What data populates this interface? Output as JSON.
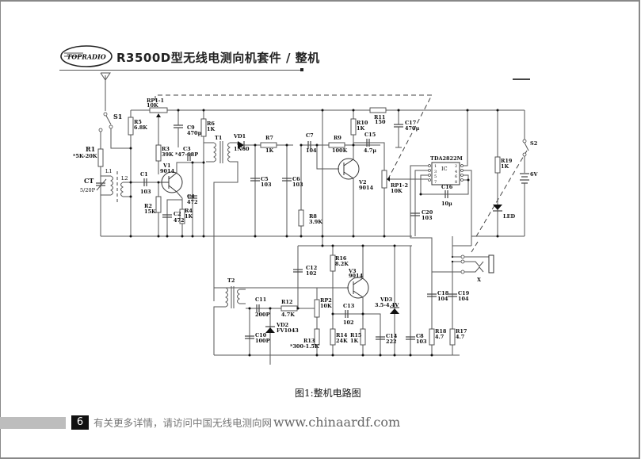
{
  "header": {
    "logo_text": "TOPRADIO",
    "title": "R3500D型无线电测向机套件 / 整机"
  },
  "diagram": {
    "caption": "图1:整机电路图",
    "components": {
      "S1": "S1",
      "RP1_1": {
        "ref": "RP1-1",
        "value": "10K"
      },
      "R5": {
        "ref": "R5",
        "value": "6.8K"
      },
      "C9": {
        "ref": "C9",
        "value": "470p"
      },
      "R6": {
        "ref": "R6",
        "value": "1K"
      },
      "R1": {
        "ref": "R1",
        "value": "*5K-20K"
      },
      "R3": {
        "ref": "R3",
        "value": "39K"
      },
      "C3": {
        "ref": "C3",
        "value": "*47-68P"
      },
      "T1": {
        "ref": "T1"
      },
      "VD1": {
        "ref": "VD1",
        "value": "1N60"
      },
      "R7": {
        "ref": "R7",
        "value": "1K"
      },
      "C7": {
        "ref": "C7",
        "value": "104"
      },
      "R9": {
        "ref": "R9",
        "value": "100K"
      },
      "R10": {
        "ref": "R10",
        "value": "1K"
      },
      "C15": {
        "ref": "C15",
        "value": "4.7μ"
      },
      "R11": {
        "ref": "R11",
        "value": "150"
      },
      "C17": {
        "ref": "C17",
        "value": "470μ"
      },
      "S2": "S2",
      "V1": {
        "ref": "V1",
        "value": "9014"
      },
      "CT": {
        "ref": "CT",
        "value": "5/20P"
      },
      "L1": "L1",
      "L2": "L2",
      "C1": {
        "ref": "C1",
        "value": "103"
      },
      "R2": {
        "ref": "R2",
        "value": "15K"
      },
      "C2": {
        "ref": "C2",
        "value": "472"
      },
      "R4": {
        "ref": "R4",
        "value": "1K"
      },
      "C4": {
        "ref": "C4",
        "value": "472"
      },
      "C5": {
        "ref": "C5",
        "value": "103"
      },
      "C6": {
        "ref": "C6",
        "value": "103"
      },
      "R8": {
        "ref": "R8",
        "value": "3.9K"
      },
      "V2": {
        "ref": "V2",
        "value": "9014"
      },
      "RP1_2": {
        "ref": "RP1-2",
        "value": "10K"
      },
      "IC": {
        "ref": "TDA2822M",
        "label": "IC",
        "pins": [
          "1",
          "2",
          "3",
          "4",
          "5",
          "6",
          "7",
          "8"
        ]
      },
      "C16": {
        "ref": "C16",
        "value": "10μ"
      },
      "C20": {
        "ref": "C20",
        "value": "103"
      },
      "R19": {
        "ref": "R19",
        "value": "1K"
      },
      "LED": {
        "ref": "LED"
      },
      "BAT": {
        "ref": "6V"
      },
      "T2": {
        "ref": "T2"
      },
      "C12": {
        "ref": "C12",
        "value": "102"
      },
      "R16": {
        "ref": "R16",
        "value": "8.2K"
      },
      "V3": {
        "ref": "V3",
        "value": "9014"
      },
      "C11": {
        "ref": "C11",
        "value": "200P"
      },
      "R12": {
        "ref": "R12",
        "value": "4.7K"
      },
      "RP2": {
        "ref": "RP2",
        "value": "10K"
      },
      "C13": {
        "ref": "C13",
        "value": "102"
      },
      "VD3": {
        "ref": "VD3",
        "value": "3.5-4.4V"
      },
      "VD2": {
        "ref": "VD2",
        "value": "FV1043"
      },
      "C10": {
        "ref": "C10",
        "value": "100P"
      },
      "R13": {
        "ref": "R13",
        "value": "*300-1.5K"
      },
      "R14": {
        "ref": "R14",
        "value": "24K"
      },
      "R15": {
        "ref": "R15",
        "value": "1K"
      },
      "C14": {
        "ref": "C14",
        "value": "222"
      },
      "C8": {
        "ref": "C8",
        "value": "103"
      },
      "C18": {
        "ref": "C18",
        "value": "104"
      },
      "C19": {
        "ref": "C19",
        "value": "104"
      },
      "R18": {
        "ref": "R18",
        "value": "4.7"
      },
      "R17": {
        "ref": "R17",
        "value": "4.7"
      },
      "JACK": {
        "ref": "X"
      }
    }
  },
  "footer": {
    "page_number": "6",
    "text": "有关更多详情，请访问中国无线电测向网",
    "url": "www.chinaardf.com"
  }
}
